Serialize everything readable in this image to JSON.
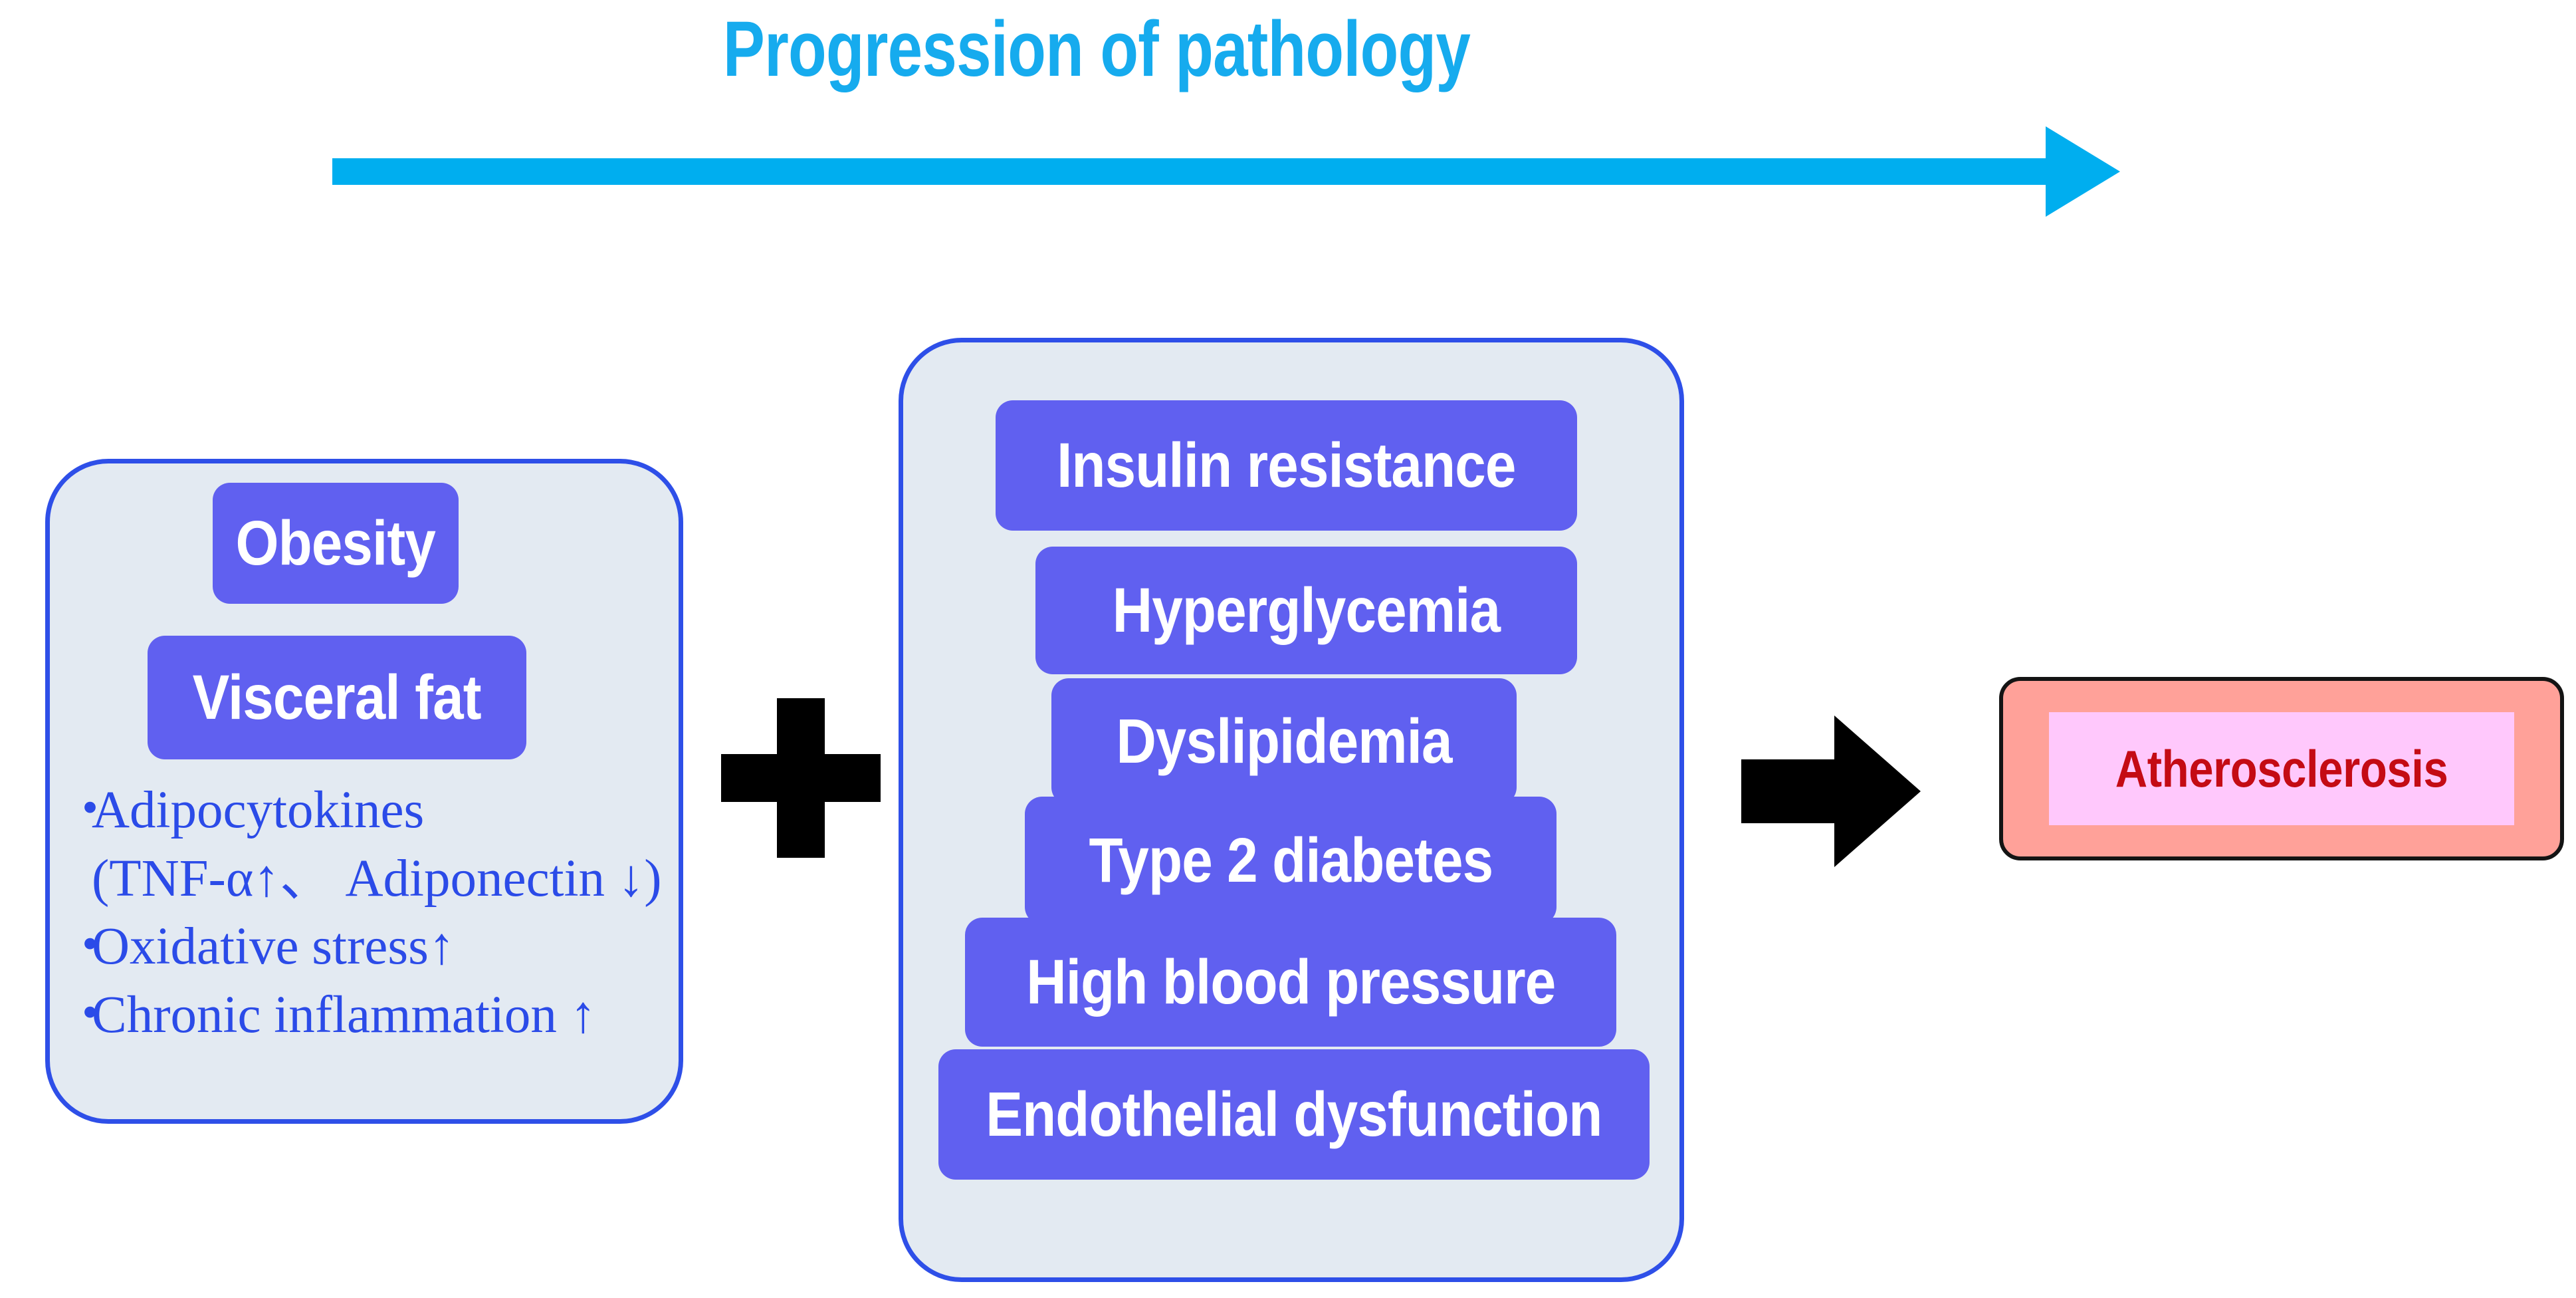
{
  "title": "Progression of pathology",
  "colors": {
    "title_cyan": "#16ABEE",
    "arrow_cyan": "#00AEEF",
    "panel_fill": "#E3EAF2",
    "panel_border": "#2E4FE8",
    "chip_fill": "#6060F0",
    "chip_text": "#FFFFFF",
    "bullet_text": "#2B4BE8",
    "outcome_outer": "#FFA199",
    "outcome_inner": "#FFC8FC",
    "outcome_text": "#C40B14",
    "black": "#000000"
  },
  "progress_arrow": {
    "icon": "right-arrow-icon",
    "direction": "right",
    "meaning": "Progression of pathology"
  },
  "left_panel": {
    "chips": [
      {
        "label": "Obesity"
      },
      {
        "label": "Visceral fat"
      }
    ],
    "bullets": [
      {
        "marker": "・",
        "line1": "Adipocytokines",
        "line2": "(TNF-α↑、 Adiponectin ↓)"
      },
      {
        "marker": "・",
        "line1": "Oxidative stress↑",
        "line2": ""
      },
      {
        "marker": "・",
        "line1": "Chronic inflammation ↑",
        "line2": ""
      }
    ]
  },
  "combiner": {
    "symbol": "+",
    "icon": "plus-icon"
  },
  "middle_panel": {
    "chips": [
      {
        "label": "Insulin resistance"
      },
      {
        "label": "Hyperglycemia"
      },
      {
        "label": "Dyslipidemia"
      },
      {
        "label": "Type 2 diabetes"
      },
      {
        "label": "High blood pressure"
      },
      {
        "label": "Endothelial dysfunction"
      }
    ]
  },
  "flow_arrow": {
    "icon": "black-right-arrow-icon",
    "direction": "right"
  },
  "outcome": {
    "label": "Atherosclerosis"
  }
}
